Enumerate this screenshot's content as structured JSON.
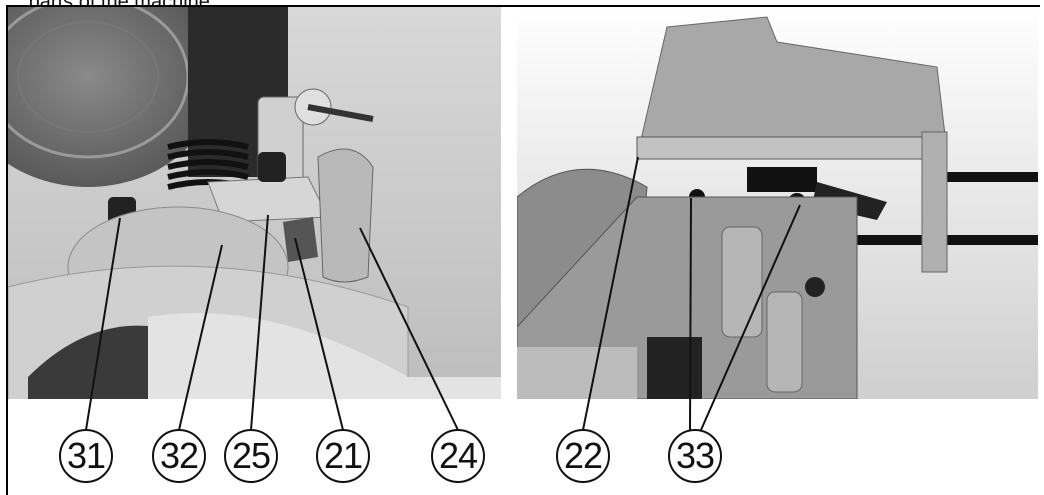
{
  "header_text": "...parts of the machine...",
  "callouts": {
    "c31": "31",
    "c32": "32",
    "c25": "25",
    "c21": "21",
    "c24": "24",
    "c22": "22",
    "c33": "33"
  },
  "photos": {
    "left": "photo-left-saw-head-detail",
    "right": "photo-right-fence-extension-detail"
  }
}
